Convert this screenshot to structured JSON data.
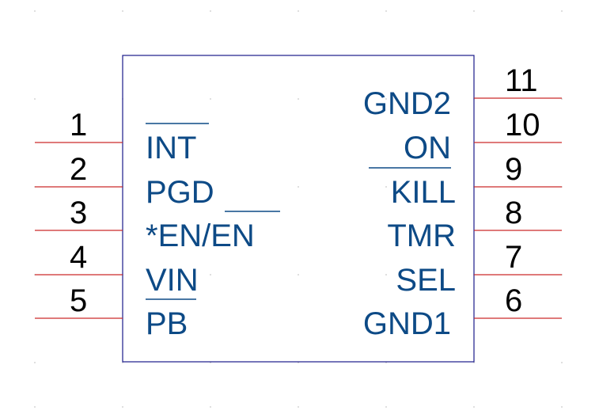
{
  "colors": {
    "pin_line": "#cc2a2a",
    "body_outline": "#1a1a8a",
    "pin_name": "#0d4a86",
    "pin_number": "#000000",
    "grid_dot": "#c8c8c8"
  },
  "left_pins": [
    {
      "number": "1",
      "name": "INT",
      "overbar": true
    },
    {
      "number": "2",
      "name": "PGD",
      "overbar": false
    },
    {
      "number": "3",
      "name": "*EN/EN",
      "overbar": false,
      "overbar_part": "EN"
    },
    {
      "number": "4",
      "name": "VIN",
      "overbar": false
    },
    {
      "number": "5",
      "name": "PB",
      "overbar": true
    }
  ],
  "right_pins": [
    {
      "number": "11",
      "name": "GND2",
      "overbar": false
    },
    {
      "number": "10",
      "name": "ON",
      "overbar": false
    },
    {
      "number": "9",
      "name": "KILL",
      "overbar": true
    },
    {
      "number": "8",
      "name": "TMR",
      "overbar": false
    },
    {
      "number": "7",
      "name": "SEL",
      "overbar": false
    },
    {
      "number": "6",
      "name": "GND1",
      "overbar": false
    }
  ]
}
